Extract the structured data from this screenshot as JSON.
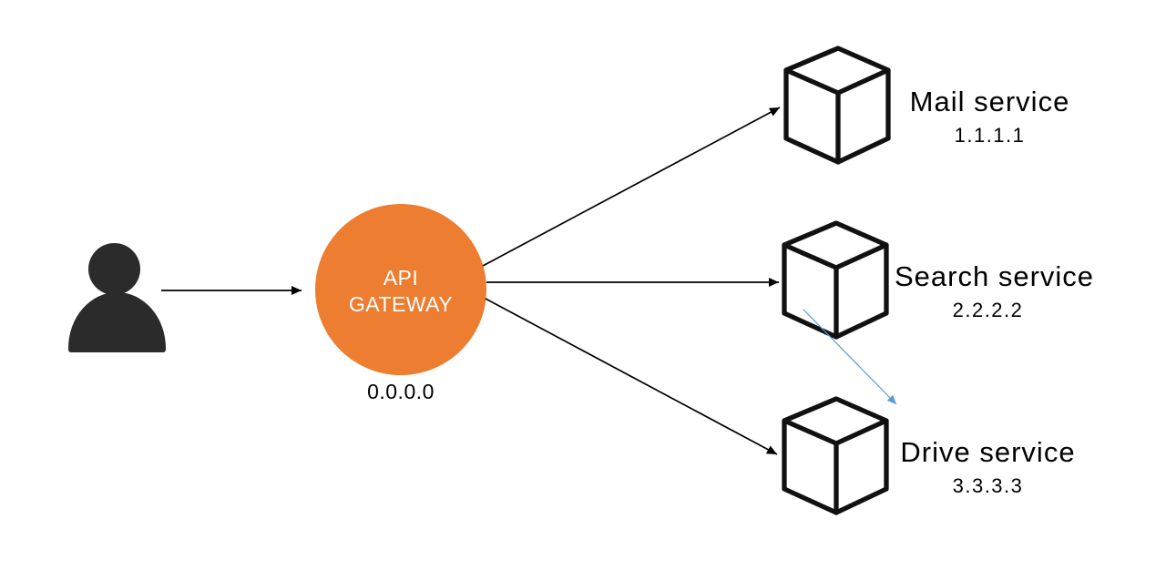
{
  "gateway": {
    "name_line1": "API",
    "name_line2": "GATEWAY",
    "ip": "0.0.0.0"
  },
  "services": [
    {
      "name": "Mail service",
      "ip": "1.1.1.1"
    },
    {
      "name": "Search service",
      "ip": "2.2.2.2"
    },
    {
      "name": "Drive service",
      "ip": "3.3.3.3"
    }
  ],
  "icons": {
    "user": "person-silhouette-icon",
    "service": "cube-3d-icon"
  },
  "colors": {
    "gateway_fill": "#ED7D31",
    "gateway_text": "#FFFFFF",
    "person_icon": "#2B2B2B",
    "diagram_arrows": "#000000",
    "cube_stroke": "#111111",
    "blue_arrow": "#5B9BD5",
    "label_text": "#000000",
    "background": "#FFFFFF"
  }
}
